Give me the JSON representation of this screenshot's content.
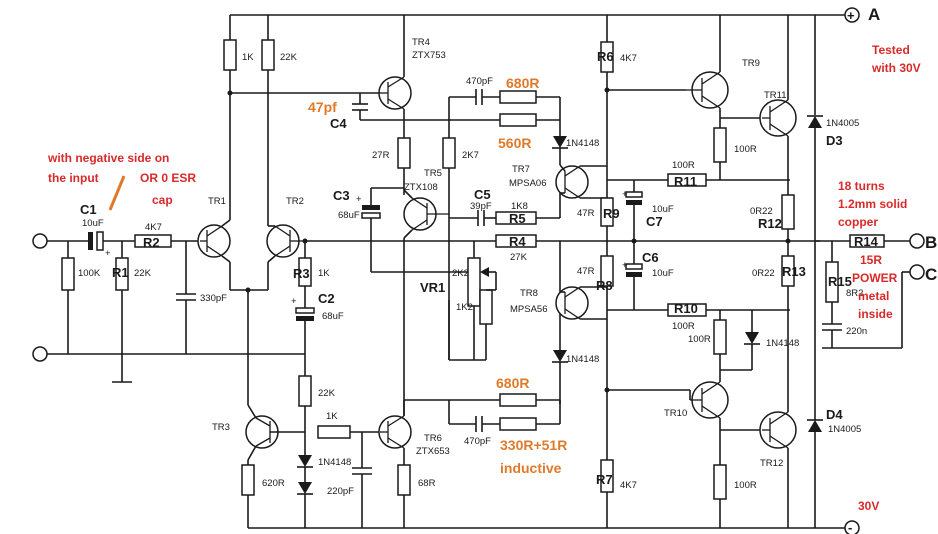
{
  "terminals": {
    "a": "A",
    "b": "B",
    "c": "C"
  },
  "notes": {
    "input_line1": "with negative side on",
    "input_line2": "the input",
    "or0": "OR 0 ESR",
    "cap": "cap",
    "tested_line1": "Tested",
    "tested_line2": "with 30V",
    "r14_line1": "18 turns",
    "r14_line2": "1.2mm solid",
    "r14_line3": "copper",
    "r15_line1": "15R",
    "r15_line2": "POWER",
    "r15_line3": "metal",
    "r15_line4": "inside",
    "bottom_voltage": "30V"
  },
  "orange_labels": {
    "c4_val": "47pf",
    "tr4_680r": "680R",
    "tr4_560r": "560R",
    "tr6_680r": "680R",
    "tr6_330r": "330R+51R",
    "inductive": "inductive"
  },
  "refs": {
    "c1": "C1",
    "r1": "R1",
    "r2": "R2",
    "r3": "R3",
    "c2": "C2",
    "c3": "C3",
    "c4": "C4",
    "c5": "C5",
    "r5": "R5",
    "r4": "R4",
    "vr1": "VR1",
    "r6": "R6",
    "r7": "R7",
    "r8": "R8",
    "r9": "R9",
    "c7": "C7",
    "c6": "C6",
    "r11": "R11",
    "r10": "R10",
    "r12": "R12",
    "r13": "R13",
    "r14": "R14",
    "r15": "R15",
    "d3": "D3",
    "d4": "D4"
  },
  "part_labels": {
    "c1v": "10uF",
    "r2v": "4K7",
    "r1v": "22K",
    "in100k": "100K",
    "c330": "330pF",
    "tr1": "TR1",
    "tr2": "TR2",
    "tr3": "TR3",
    "r1k_a": "1K",
    "r22k_a": "22K",
    "tr4": "TR4",
    "tr4t": "ZTX753",
    "c470_top": "470pF",
    "r27r": "27R",
    "r2k7": "2K7",
    "tr5": "TR5",
    "tr5t": "ZTX108",
    "c3v": "68uF",
    "r3v": "1K",
    "c2v": "68uF",
    "r22k_b": "22K",
    "r1k_b": "1K",
    "tr6": "TR6",
    "tr6t": "ZTX653",
    "d_tr6": "1N4148",
    "c220p": "220pF",
    "r620": "620R",
    "r68": "68R",
    "c470_bot": "470pF",
    "c5v": "39pF",
    "r5v": "1K8",
    "r4v": "27K",
    "vr1v": "2K2",
    "r1k2": "1K2",
    "tr7": "TR7",
    "tr7t": "MPSA06",
    "d_tr7": "1N4148",
    "tr8": "TR8",
    "tr8t": "MPSA56",
    "d_tr8": "1N4148",
    "r6v": "4K7",
    "r7v": "4K7",
    "r9v": "47R",
    "r8v": "47R",
    "c7v": "10uF",
    "c6v": "10uF",
    "r11v": "100R",
    "r10v": "100R",
    "tr9": "TR9",
    "tr10": "TR10",
    "tr11": "TR11",
    "tr12": "TR12",
    "r100_tr9": "100R",
    "r100_tr10": "100R",
    "r100_tr12": "100R",
    "r12v": "0R22",
    "r13v": "0R22",
    "d3v": "1N4005",
    "d4v": "1N4005",
    "d_tr10": "1N4148",
    "r15v": "8R2",
    "c220n": "220n"
  }
}
